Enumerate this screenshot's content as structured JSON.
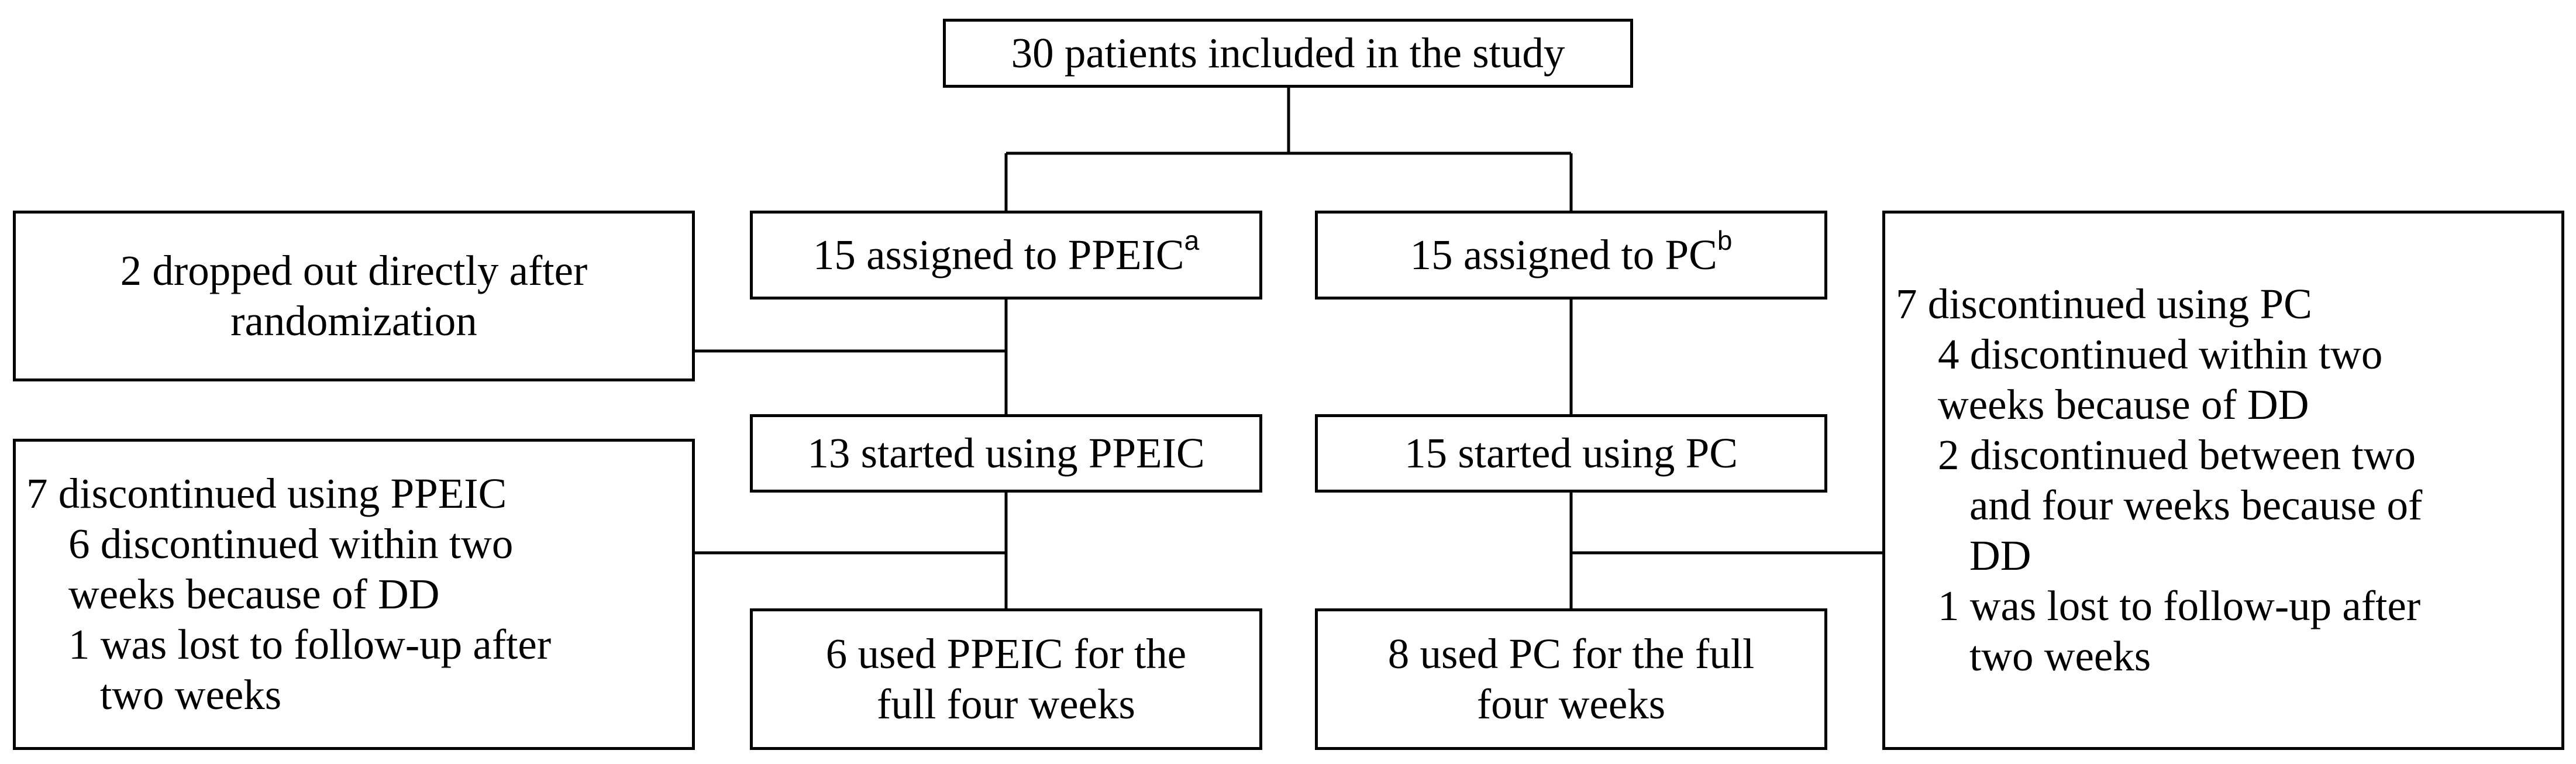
{
  "nodes": {
    "top": {
      "lines": [
        "30 patients included in the study"
      ]
    },
    "ppeic_assigned": {
      "text": "15 assigned to PPEIC",
      "sup": "a"
    },
    "pc_assigned": {
      "text": "15 assigned to PC",
      "sup": "b"
    },
    "dropout": {
      "lines": [
        "2 dropped out directly after",
        "randomization"
      ]
    },
    "ppeic_started": {
      "lines": [
        "13 started using PPEIC"
      ]
    },
    "pc_started": {
      "lines": [
        "15 started using PC"
      ]
    },
    "ppeic_discontinued": {
      "lines": [
        "7 discontinued using PPEIC",
        "6 discontinued within two",
        "weeks because of DD",
        "1 was lost to follow-up after",
        "two weeks"
      ]
    },
    "pc_discontinued": {
      "lines": [
        "7 discontinued using PC",
        "4 discontinued within two",
        "weeks because of DD",
        "2 discontinued between two",
        "and four weeks because of",
        "DD",
        "1 was lost to follow-up after",
        "two weeks"
      ]
    },
    "ppeic_full": {
      "lines": [
        "6 used PPEIC for the",
        "full four weeks"
      ]
    },
    "pc_full": {
      "lines": [
        "8 used PC for the full",
        "four weeks"
      ]
    }
  },
  "colors": {
    "line": "#000000",
    "box_border": "#000000",
    "background": "#ffffff"
  }
}
